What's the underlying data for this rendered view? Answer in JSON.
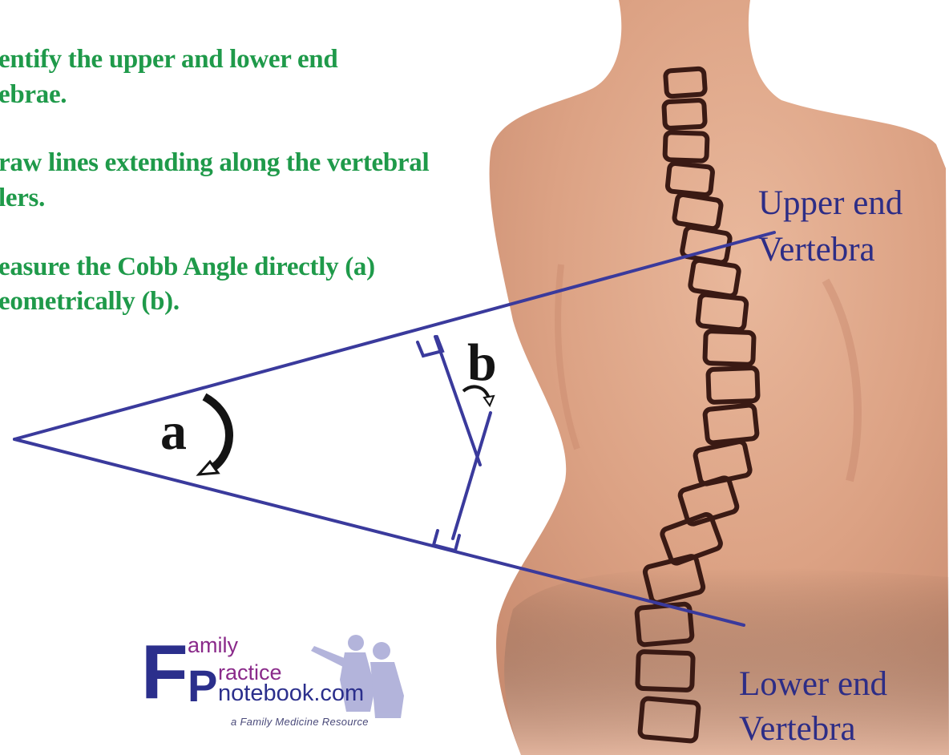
{
  "instructions": [
    {
      "line1": "entify the upper and lower end",
      "line2": "ebrae."
    },
    {
      "line1": "raw lines extending along the vertebral",
      "line2": "lers."
    },
    {
      "line1": "easure the Cobb Angle directly (a)",
      "line2": "eometrically (b)."
    }
  ],
  "labels": {
    "upper_line1": "Upper end",
    "upper_line2": "Vertebra",
    "lower_line1": "Lower end",
    "lower_line2": "Vertebra",
    "angle_a": "a",
    "angle_b": "b"
  },
  "logo": {
    "letter_f": "F",
    "word_amily": "amily",
    "letter_p": "P",
    "word_ractice": "ractice",
    "word_notebook": "notebook.com",
    "tagline": "a Family Medicine Resource"
  },
  "colors": {
    "instruction_text": "#1f9a4a",
    "label_text": "#2d2d86",
    "measure_lines": "#3a3a9c",
    "skin": "#e3ae92",
    "vertebra_outline": "#3a1a14"
  }
}
